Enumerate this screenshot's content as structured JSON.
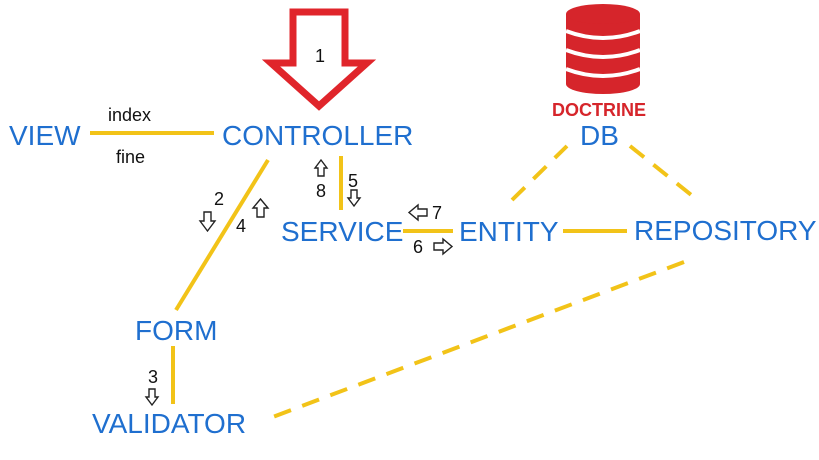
{
  "nodes": {
    "view": "VIEW",
    "controller": "CONTROLLER",
    "service": "SERVICE",
    "entity": "ENTITY",
    "repository": "REPOSITORY",
    "db": "DB",
    "form": "FORM",
    "validator": "VALIDATOR"
  },
  "db_icon_label": "DOCTRINE",
  "edge_labels": {
    "view_controller_top": "index",
    "view_controller_bottom": "fine"
  },
  "steps": {
    "s1": "1",
    "s2": "2",
    "s3": "3",
    "s4": "4",
    "s5": "5",
    "s6": "6",
    "s7": "7",
    "s8": "8"
  },
  "colors": {
    "node_text": "#1f6fcf",
    "connector": "#f2c318",
    "db_red": "#d6252b",
    "entry_arrow": "#e0252b"
  }
}
